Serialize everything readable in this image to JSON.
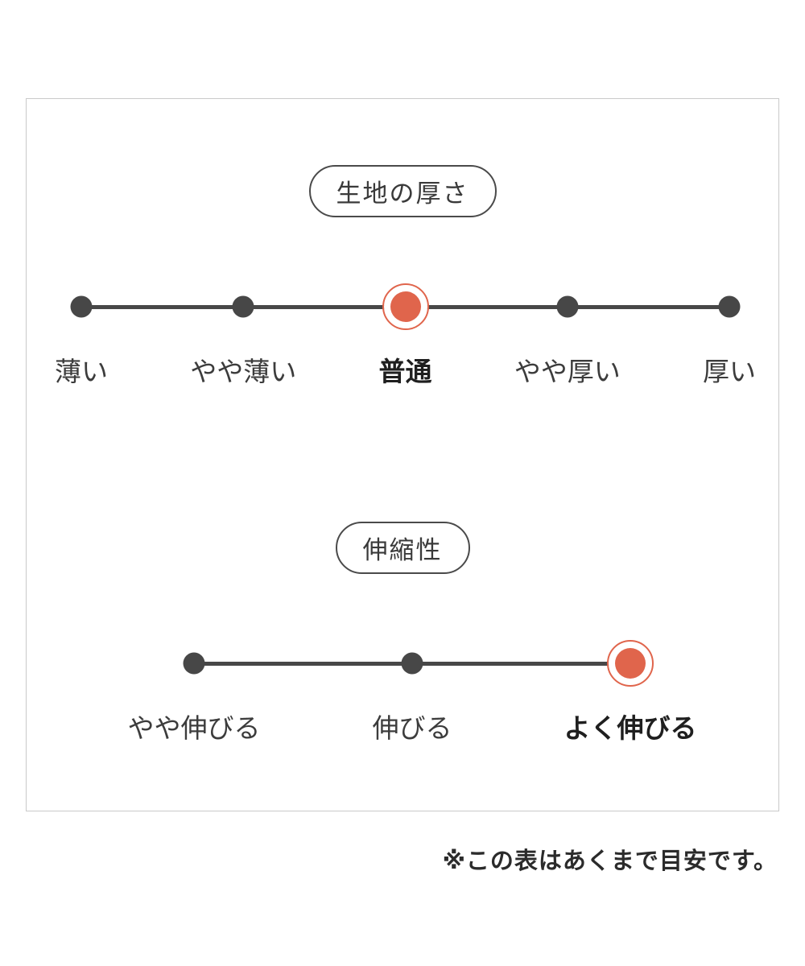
{
  "note": "※この表はあくまで目安です。",
  "colors": {
    "accent": "#e0654c",
    "dot": "#474747",
    "line": "#474747",
    "text": "#3c3c3c",
    "selected_text": "#1f1f1f",
    "panel_border": "#c9c9c9"
  },
  "chart_data": [
    {
      "type": "scale",
      "title": "生地の厚さ",
      "categories": [
        "薄い",
        "やや薄い",
        "普通",
        "やや厚い",
        "厚い"
      ],
      "selected": "普通",
      "selected_index": 2,
      "layout": {
        "legend": "none",
        "grid": false
      }
    },
    {
      "type": "scale",
      "title": "伸縮性",
      "categories": [
        "やや伸びる",
        "伸びる",
        "よく伸びる"
      ],
      "selected": "よく伸びる",
      "selected_index": 2,
      "layout": {
        "legend": "none",
        "grid": false
      }
    }
  ]
}
